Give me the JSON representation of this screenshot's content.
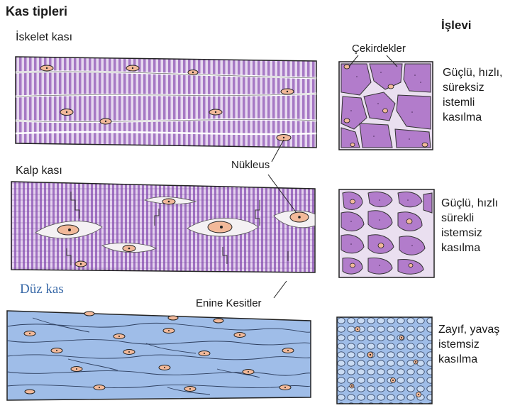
{
  "title": "Kas tipleri",
  "function_header": "İşlevi",
  "nuclei_label": "Çekirdekler",
  "callouts": {
    "nucleus": "Nükleus",
    "cross_sections": "Enine Kesitler"
  },
  "muscle_types": [
    {
      "name": "İskelet kası",
      "function_lines": [
        "Güçlü, hızlı,",
        "süreksiz",
        "istemli",
        "kasılma"
      ]
    },
    {
      "name": "Kalp kası",
      "function_lines": [
        "Güçlü, hızlı",
        "sürekli",
        "istemsiz",
        "kasılma"
      ]
    },
    {
      "name": "Düz kas",
      "function_lines": [
        "Zayıf, yavaş",
        "istemsiz",
        "kasılma"
      ]
    }
  ],
  "colors": {
    "striated_purple": "#a678c4",
    "striated_light": "#e6d8ef",
    "cross_section_purple": "#b27ccb",
    "smooth_blue": "#9fbde8",
    "smooth_light": "#c9dbf3",
    "nucleus_fill": "#f2b99a",
    "outline": "#222222"
  }
}
